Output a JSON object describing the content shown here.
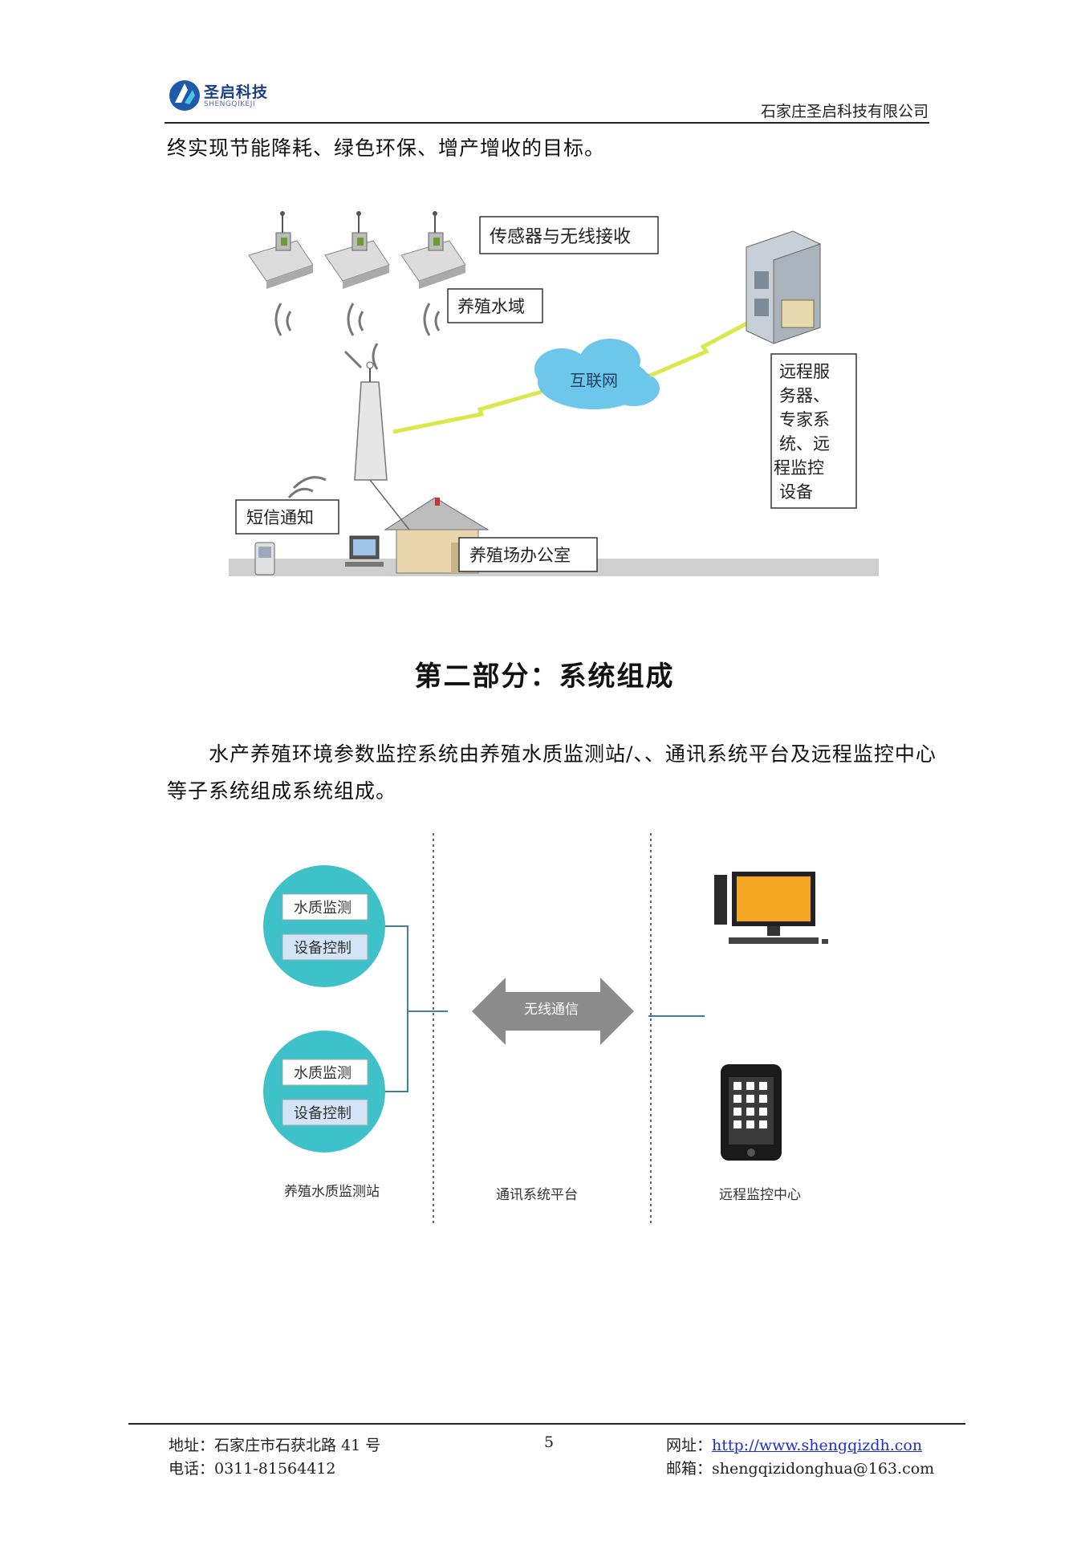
{
  "header": {
    "logo_cn": "圣启科技",
    "logo_en": "SHENGQIKEJI",
    "company": "石家庄圣启科技有限公司"
  },
  "paragraph1": "终实现节能降耗、绿色环保、增产增收的目标。",
  "figure1": {
    "sensor_label": "传感器与无线接收",
    "water_label": "养殖水域",
    "internet_label": "互联网",
    "remote_lines": [
      "远程服",
      "务器、",
      "专家系",
      "统、远",
      "程监控",
      "设备"
    ],
    "sms_label": "短信通知",
    "office_label": "养殖场办公室"
  },
  "section_title": "第二部分：系统组成",
  "paragraph2": "水产养殖环境参数监控系统由养殖水质监测站/、、通讯系统平台及远程监控中心等子系统组成系统组成。",
  "figure2": {
    "station1": {
      "item1": "水质监测",
      "item2": "设备控制"
    },
    "station2": {
      "item1": "水质监测",
      "item2": "设备控制"
    },
    "wireless_label": "无线通信",
    "col1_label": "养殖水质监测站",
    "col2_label": "通讯系统平台",
    "col3_label": "远程监控中心"
  },
  "footer": {
    "address": "地址：石家庄市石获北路 41 号",
    "phone": "电话：0311-81564412",
    "page_number": "5",
    "web_prefix": "网址：",
    "web_url": "http://www.shengqizdh.con",
    "mail": "邮箱：shengqizidonghua@163.com"
  },
  "colors": {
    "circle_teal": "#3fc1c9",
    "lightning": "#d9e84a",
    "cloud": "#6cc7ea",
    "monitor": "#f5a623",
    "link": "#1c2fd3"
  }
}
